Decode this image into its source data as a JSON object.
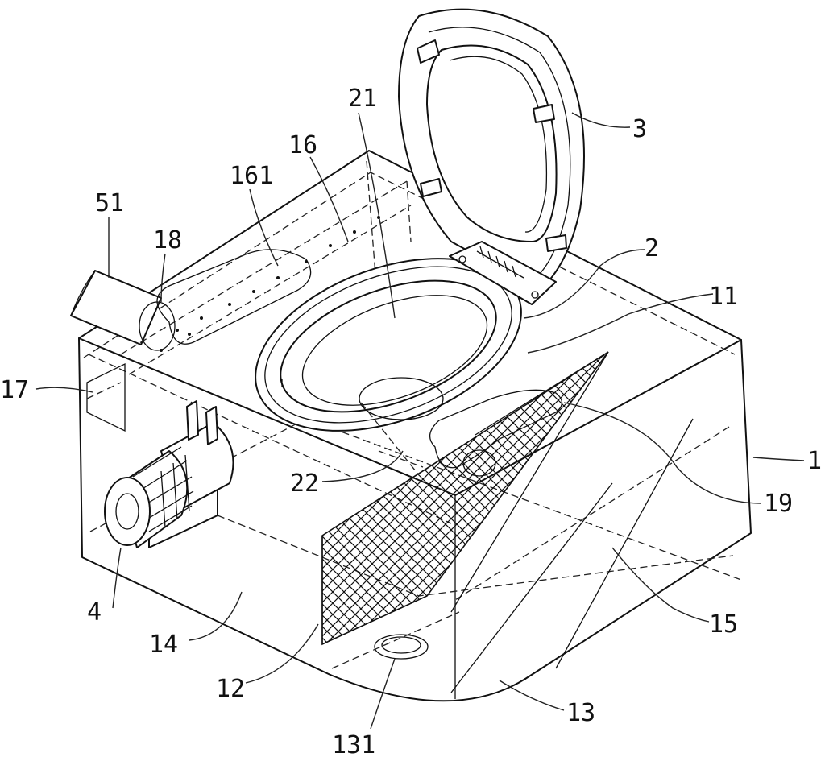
{
  "labels": {
    "l3": "3",
    "l2": "2",
    "l11": "11",
    "l21": "21",
    "l16": "16",
    "l161": "161",
    "l51": "51",
    "l18": "18",
    "l17": "17",
    "l1": "1",
    "l19": "19",
    "l22": "22",
    "l15": "15",
    "l4": "4",
    "l14": "14",
    "l12": "12",
    "l13": "13",
    "l131": "131"
  }
}
